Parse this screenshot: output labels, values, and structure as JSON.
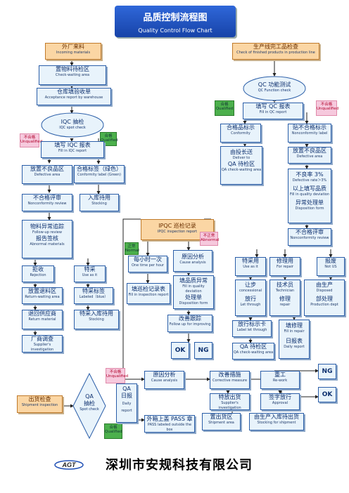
{
  "header": {
    "title": "品质控制流程图",
    "subtitle": "Quality Control Flow Chart"
  },
  "left": {
    "incoming": {
      "zh": "外厂来料",
      "en": "Incoming materials"
    },
    "waiting_area": {
      "zh": "置物料待检区",
      "en": "Check-waiting area"
    },
    "acceptance": {
      "zh": "仓库填验收单",
      "en": "Acceptance report by warehouse"
    },
    "iqc": {
      "zh": "IQC 抽检",
      "en": "IQC spot check"
    },
    "fill_iqc": {
      "zh": "填写 IQC 报表",
      "en": "Fill in IQC report"
    },
    "defective_area": {
      "zh": "放置不良品区",
      "en": "Defective area"
    },
    "conformity_label": {
      "zh": "合格标签（绿色）",
      "en": "Conformity label (Green)"
    },
    "stocking": {
      "zh": "入库待用",
      "en": "Stocking"
    },
    "nonconformity_review": {
      "zh": "不合格评审",
      "en": "Nonconformity review"
    },
    "material_trace": {
      "zh": "物料异常追踪",
      "en": "Follow-up review",
      "zh2": "报告签核",
      "en2": "Abnormal materials"
    },
    "rejection": {
      "zh": "拒收",
      "en": "Rejection"
    },
    "use_as_is": {
      "zh": "特采",
      "en": "Use as it"
    },
    "return_area": {
      "zh": "放置退料区",
      "en": "Return-waiting area"
    },
    "special_label": {
      "zh": "特采标签",
      "en": "Labeled（blue）"
    },
    "return_supplier": {
      "zh": "退回供应商",
      "en": "Return material"
    },
    "special_stock": {
      "zh": "特采入库待用",
      "en": "Stocking"
    },
    "supplier_inv": {
      "zh": "厂商调查",
      "en": "Supplier's investigation"
    }
  },
  "right": {
    "finished": {
      "zh": "生产线完工品检查",
      "en": "Check of finished products in production line"
    },
    "qc_test": {
      "zh": "QC 功能测试",
      "en": "QC Function check"
    },
    "fill_qc": {
      "zh": "填写 QC 报表",
      "en": "Fill in QC report"
    },
    "conform_label": {
      "zh": "合格品标示",
      "en": "Conformity"
    },
    "nonconform_label": {
      "zh": "贴不合格标示",
      "en": "Nonconformity label"
    },
    "to_test": {
      "zh": "由投长送",
      "en": "Deliver to",
      "zh2": "QA 待检区",
      "en2": "QA check-waiting area"
    },
    "defect_area": {
      "zh": "放置不良品区",
      "en": "Defective area"
    },
    "defect_rate": {
      "zh": "不良率 3%",
      "en": "Defective rate＞3%",
      "zh2": "以上填写品质",
      "en2": "Fill in quality deviation",
      "zh3": "异常处理单",
      "en3": "Disposition form"
    },
    "nc_review": {
      "zh": "不合格评审",
      "en": "Nonconformity review"
    },
    "use_spec": {
      "zh": "特采用",
      "en": "Use as it"
    },
    "repair": {
      "zh": "修理用",
      "en": "For repair"
    },
    "scrap": {
      "zh": "报废",
      "en": "Not US"
    },
    "concession": {
      "zh": "让步",
      "en": "concessional",
      "zh2": "放行",
      "en2": "Let through"
    },
    "tech": {
      "zh": "技术员",
      "en": "Technician",
      "zh2": "修理",
      "en2": "repair"
    },
    "prod_dept": {
      "zh": "由生产",
      "en": "Disposed",
      "zh2": "部处理",
      "en2": "Production dept"
    },
    "release_card": {
      "zh": "放行标示卡",
      "en": "Label let through"
    },
    "qa_area": {
      "zh": "QA 待检区",
      "en": "QA check-waiting area"
    },
    "fill_repair": {
      "zh": "填修理",
      "en": "Fill in repair",
      "zh2": "日报表",
      "en2": "Daily report"
    }
  },
  "middle": {
    "ipqc": {
      "zh": "IPQC 巡检记录",
      "en": "IPQC inspection report"
    },
    "hourly": {
      "zh": "每小时一次",
      "en": "One time per hour"
    },
    "fill_inspect": {
      "zh": "填巡检记录表",
      "en": "Fill in inspection report"
    },
    "cause": {
      "zh": "原因分析",
      "en": "Cause analysis"
    },
    "deviation": {
      "zh": "填品质异常",
      "en": "Fill in quality deviation",
      "zh2": "处理单",
      "en2": "Disposition form"
    },
    "follow": {
      "zh": "改善跟踪",
      "en": "Follow up for improving"
    },
    "ok": "OK",
    "ng": "NG"
  },
  "bottom": {
    "shipment_inspect": {
      "zh": "出货检查",
      "en": "Shipment inspection"
    },
    "qa_spot": {
      "zh": "QA",
      "zh2": "抽检",
      "en": "Spot check"
    },
    "qa_report": {
      "zh": "QA",
      "zh2": "日报",
      "en": "Daily",
      "en2": "report"
    },
    "cause": {
      "zh": "原因分析",
      "en": "Cause analysis"
    },
    "corrective": {
      "zh": "改善措施",
      "en": "Corrective measure"
    },
    "rework": {
      "zh": "重工",
      "en": "Re-work"
    },
    "special_ship": {
      "zh": "特放出货",
      "en": "Supplier's investigation"
    },
    "sign_release": {
      "zh": "签字放行",
      "en": "Approval"
    },
    "pass_stamp": {
      "zh": "外箱上盖 PASS 章",
      "en": "PASS labeled outside the box"
    },
    "ship_area": {
      "zh": "置出货区",
      "en": "Shipment area"
    },
    "stock_ship": {
      "zh": "由生产入库待出货",
      "en": "Stocking for shipment"
    },
    "ng": "NG",
    "ok": "OK"
  },
  "tags": {
    "fail_zh": "不合格",
    "fail_en": "Unqualified",
    "pass_zh": "合格",
    "pass_en": "Qualified",
    "pass_zh2": "正常",
    "pass_en2": "Normal",
    "abn_zh": "不正常",
    "abn_en": "Abnormal"
  },
  "footer": {
    "logo": "AGT",
    "company": "深圳市安规科技有限公司"
  }
}
